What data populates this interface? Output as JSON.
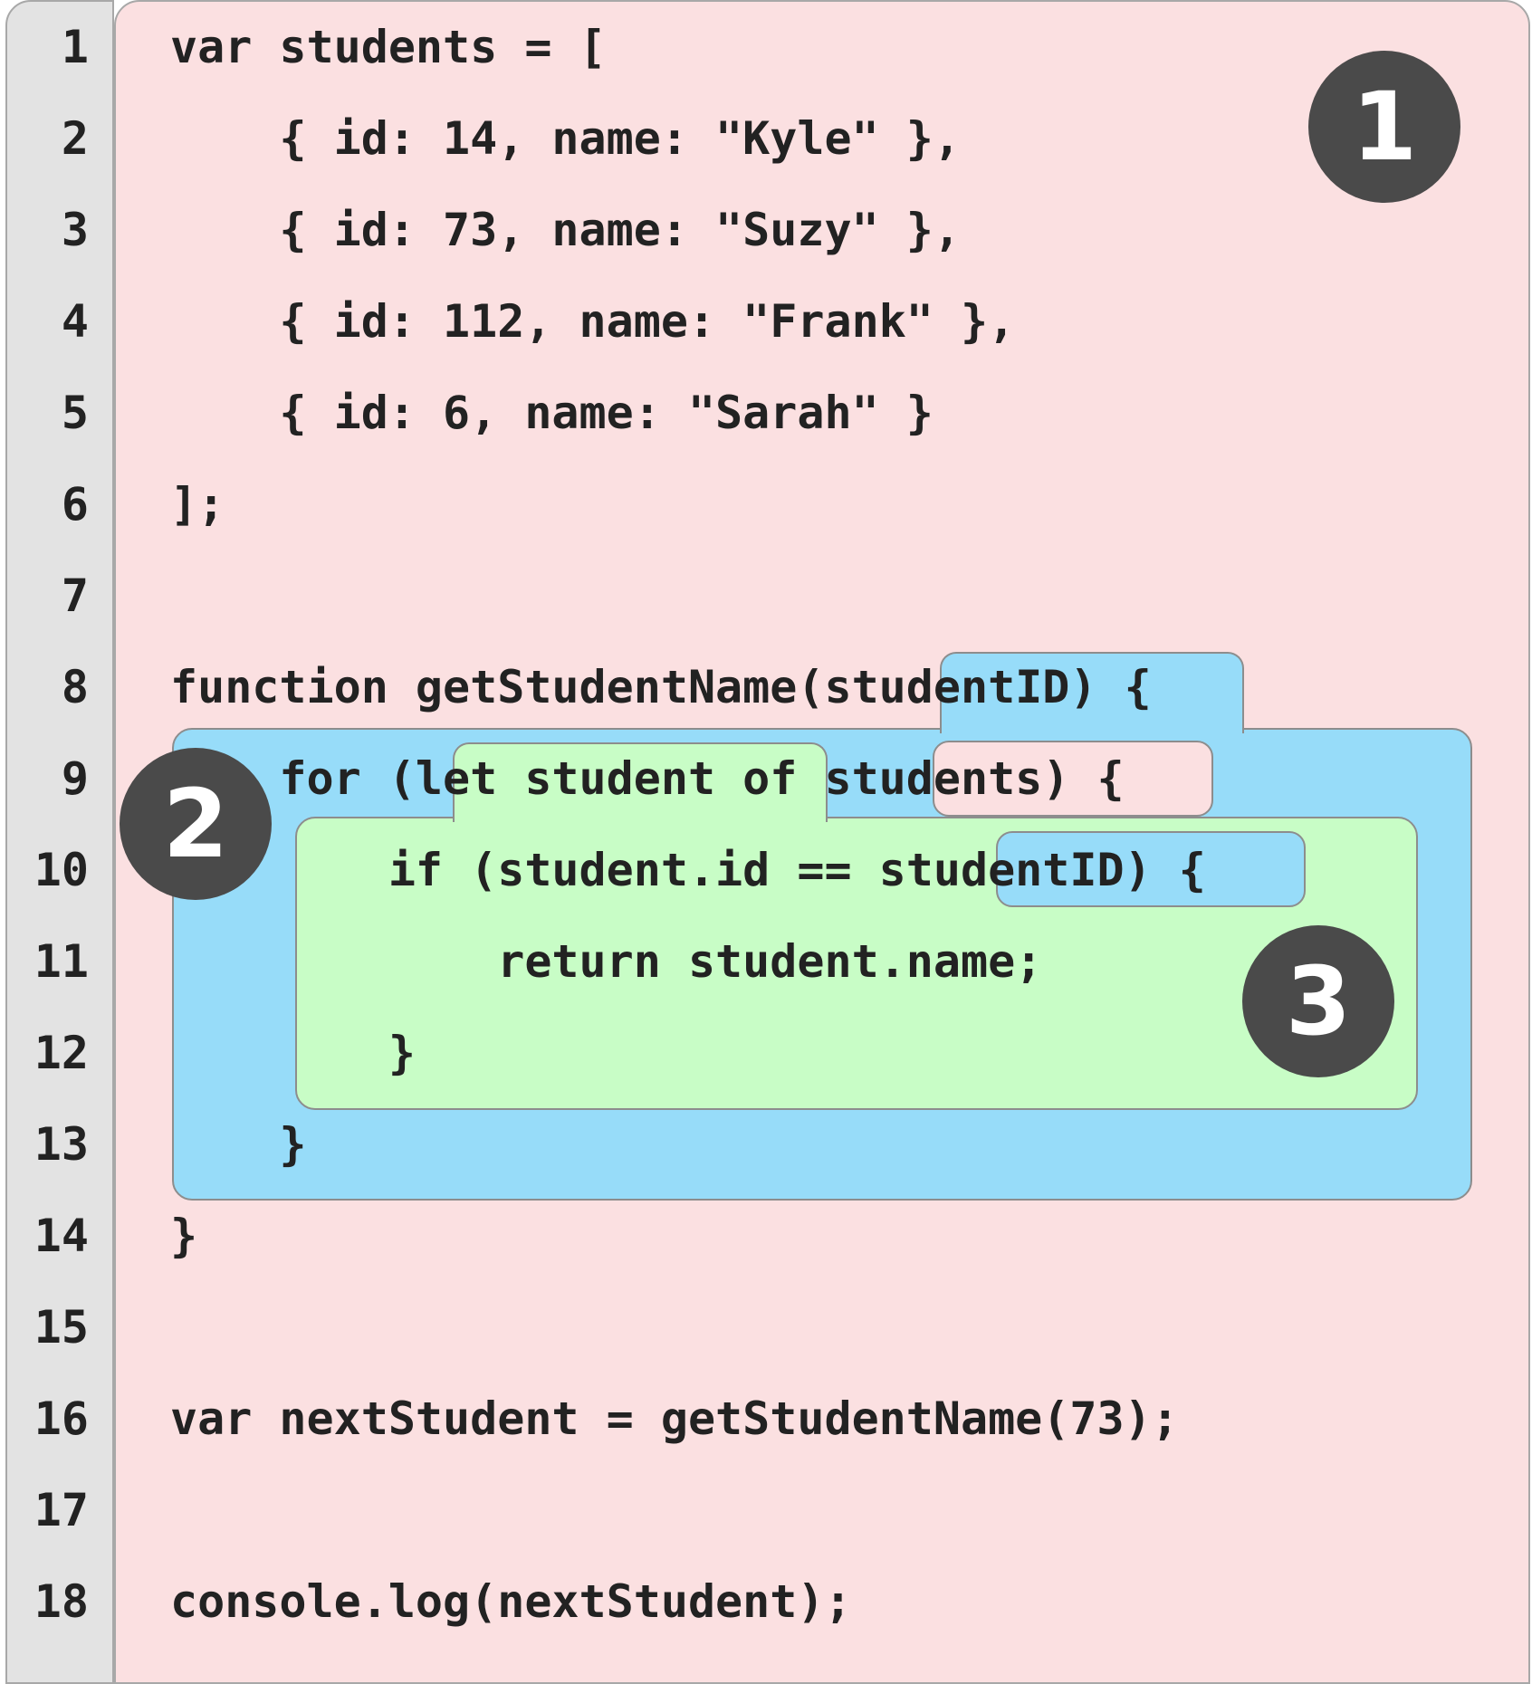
{
  "line_numbers": [
    "1",
    "2",
    "3",
    "4",
    "5",
    "6",
    "7",
    "8",
    "9",
    "10",
    "11",
    "12",
    "13",
    "14",
    "15",
    "16",
    "17",
    "18"
  ],
  "code_lines": [
    "var students = [",
    "    { id: 14, name: \"Kyle\" },",
    "    { id: 73, name: \"Suzy\" },",
    "    { id: 112, name: \"Frank\" },",
    "    { id: 6, name: \"Sarah\" }",
    "];",
    "",
    "function getStudentName(studentID) {",
    "    for (let student of students) {",
    "        if (student.id == studentID) {",
    "            return student.name;",
    "        }",
    "    }",
    "}",
    "",
    "var nextStudent = getStudentName(73);",
    "",
    "console.log(nextStudent);"
  ],
  "scope_badges": [
    "1",
    "2",
    "3"
  ],
  "colors": {
    "global_scope": "#fbe0e1",
    "function_scope": "#97dcf9",
    "loop_scope": "#c8fdc6",
    "badge": "#4a4a4a",
    "gutter": "#e3e3e3"
  }
}
